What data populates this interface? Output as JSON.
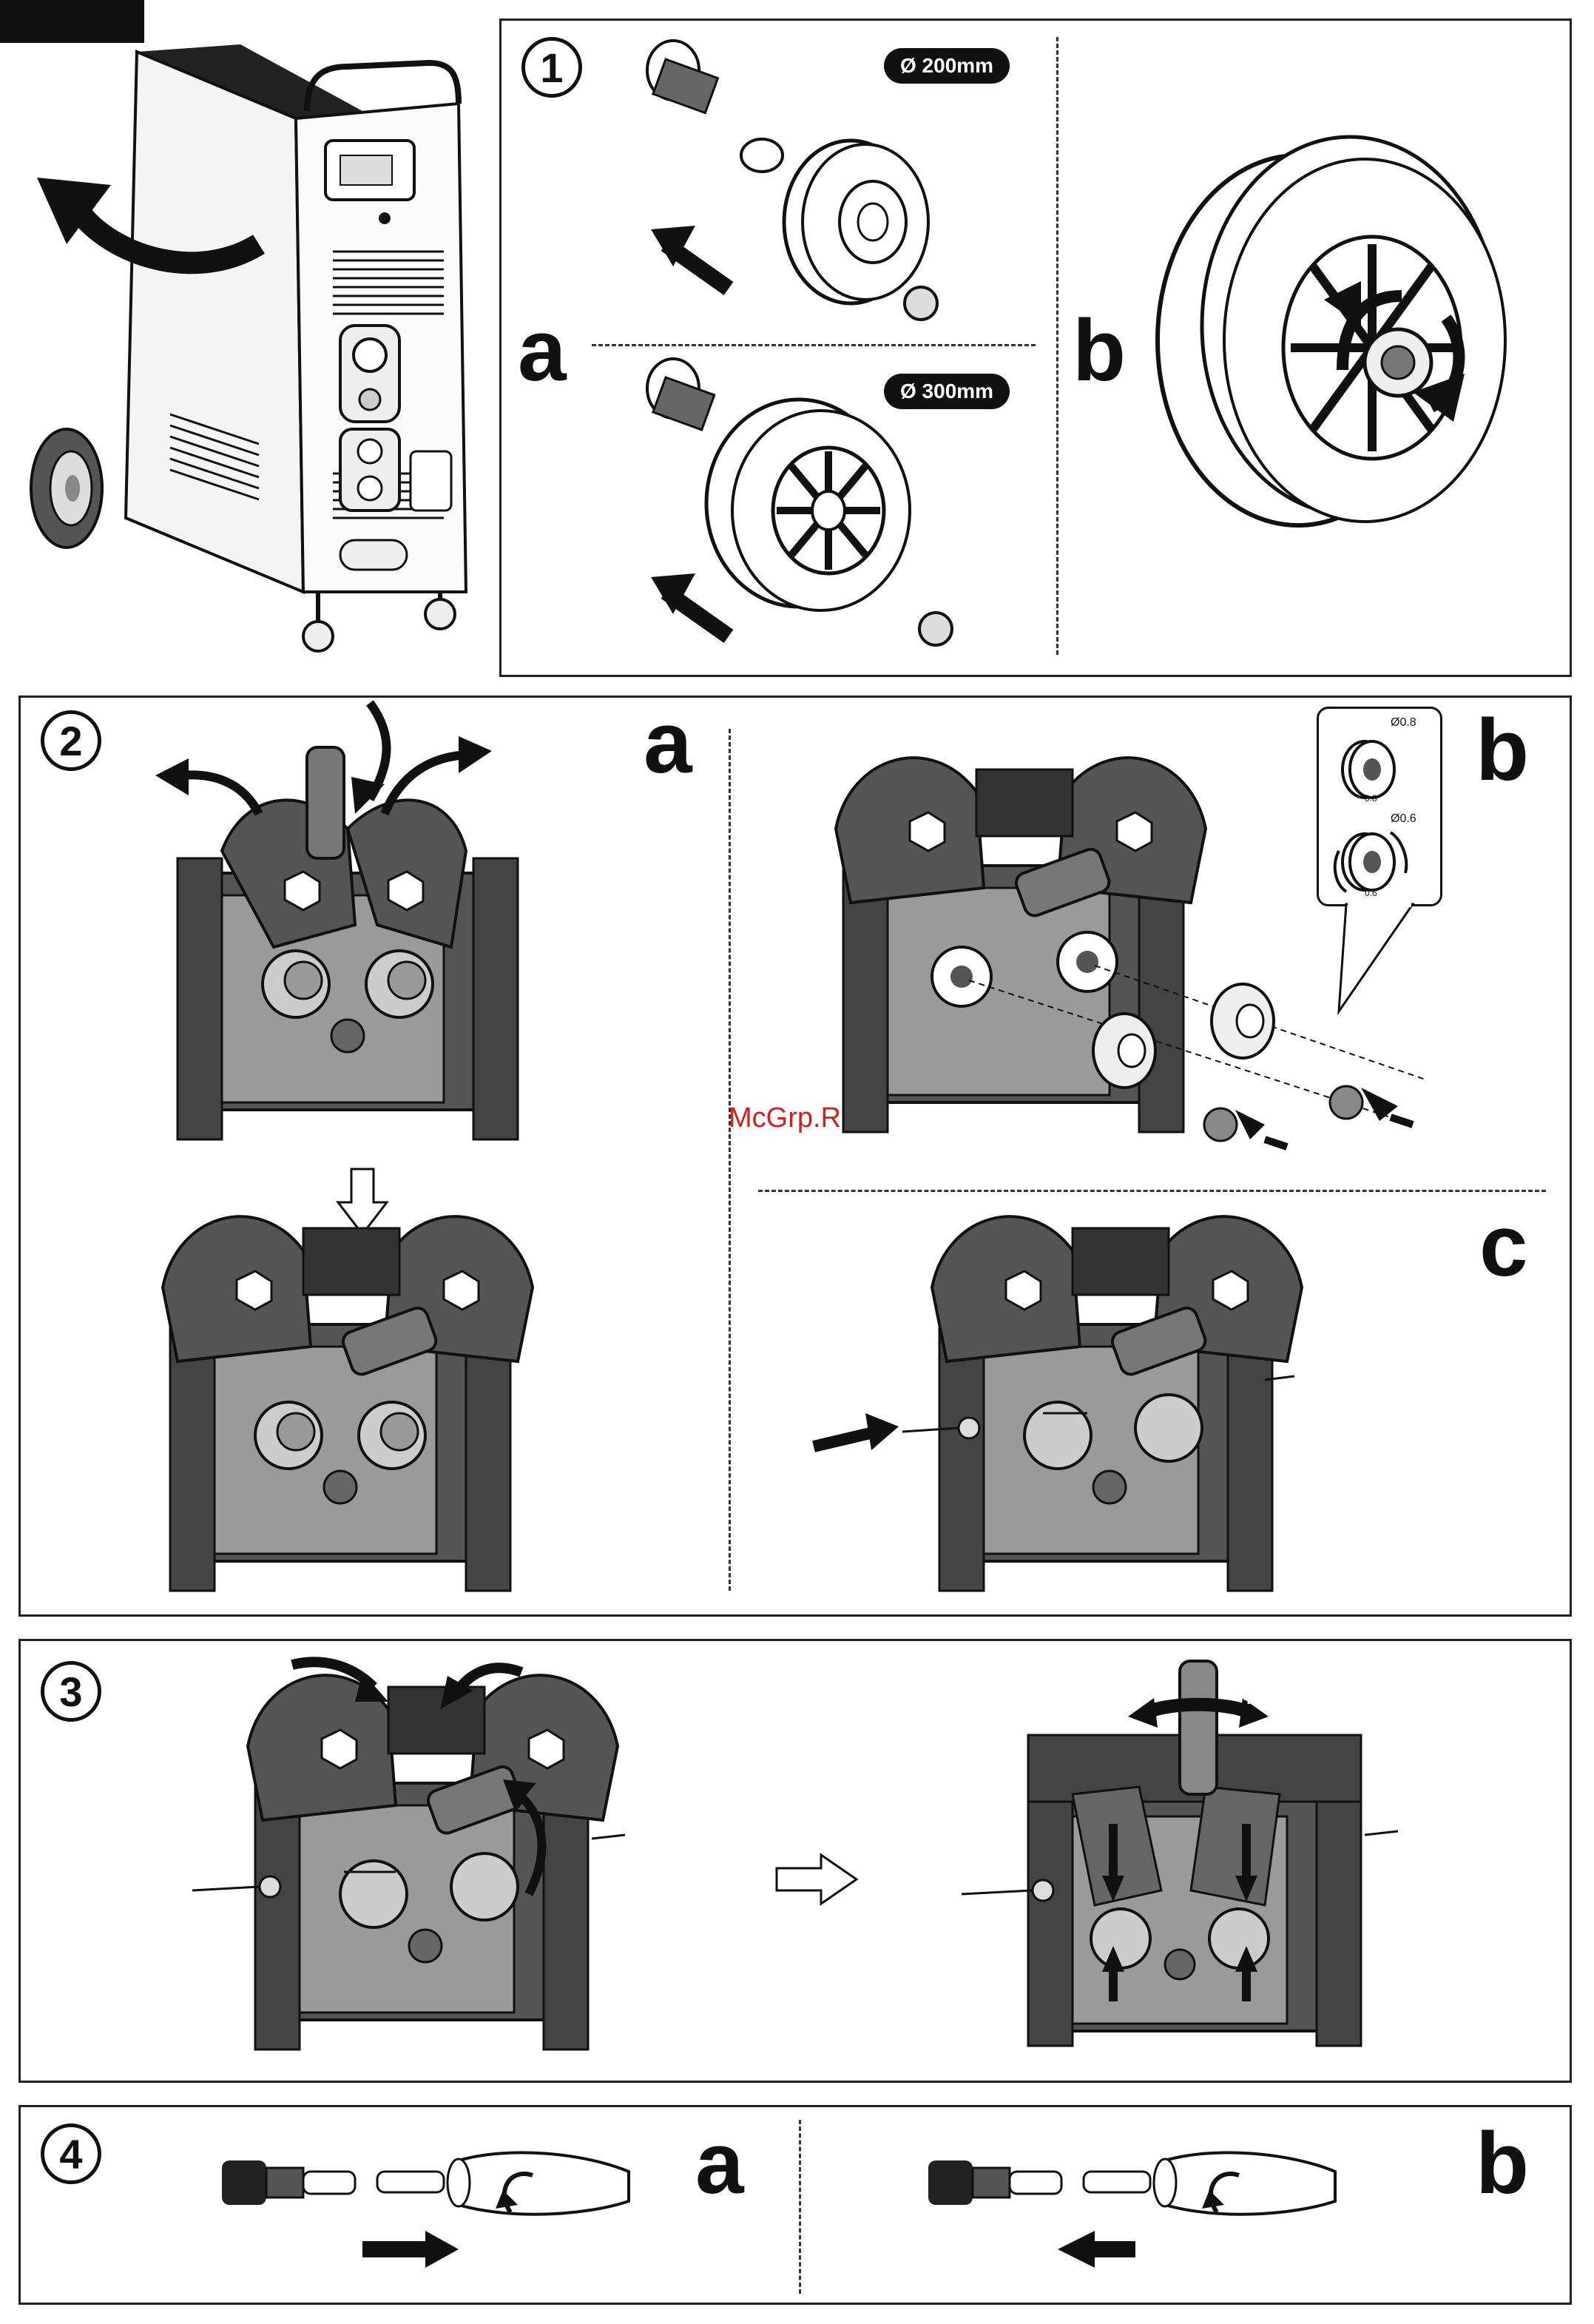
{
  "page": {
    "corner_tab": ""
  },
  "step1": {
    "number": "1",
    "label_a": "a",
    "label_b": "b",
    "spool_small": "Ø 200mm",
    "spool_large": "Ø 300mm"
  },
  "step2": {
    "number": "2",
    "label_a": "a",
    "label_b": "b",
    "label_c": "c",
    "roller_08": "Ø0.8",
    "roller_06": "Ø0.6",
    "roller_08_mark": "0.8",
    "roller_06_mark": "0.6",
    "minus": "−",
    "plus": "+"
  },
  "step3": {
    "number": "3"
  },
  "step4": {
    "number": "4",
    "label_a": "a",
    "label_b": "b"
  },
  "watermark": "McGrp.Ru",
  "colors": {
    "ink": "#111111",
    "body_gray": "#5a5a5a",
    "light_gray": "#b0b0b0",
    "watermark": "#cc2222"
  }
}
